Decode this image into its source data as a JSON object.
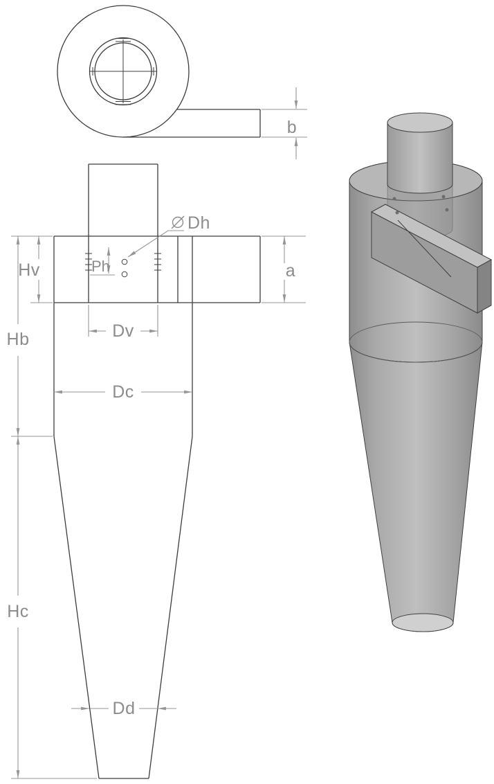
{
  "drawing": {
    "labels": {
      "b": "b",
      "a": "a",
      "Hv": "Hv",
      "Hb": "Hb",
      "Hc": "Hc",
      "Dv": "Dv",
      "Dc": "Dc",
      "Dd": "Dd",
      "Ph": "Ph",
      "Dh": "Dh",
      "diameter_symbol": "⌀"
    },
    "colors": {
      "background": "#ffffff",
      "line": "#3c3c3c",
      "dimension": "#969696",
      "text": "#8c8c8c",
      "model_body": "#b5b5b5",
      "model_light": "#c8c8c8",
      "model_dark": "#868686",
      "model_opening": "#d0d0d0"
    }
  }
}
